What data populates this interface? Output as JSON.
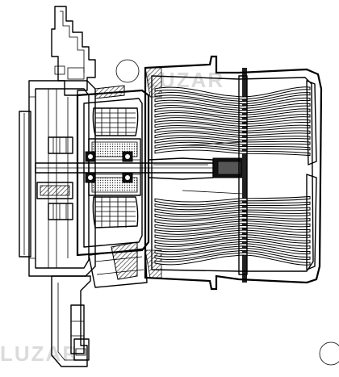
{
  "diagram": {
    "watermark_top": "LUZAR",
    "watermark_bottom": "LUZAR",
    "stroke_color": "#000000",
    "hatch_color": "#222222",
    "background": "#ffffff",
    "blade_count": 13
  }
}
